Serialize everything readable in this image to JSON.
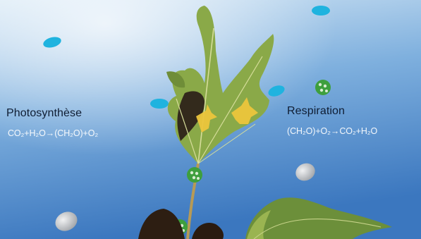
{
  "photosynthesis": {
    "title": "Photosynthèse",
    "equation": "CO₂+H₂O→(CH₂O)+O₂"
  },
  "respiration": {
    "title": "Respiration",
    "equation": "(CH₂O)+O₂→CO₂+H₂O"
  },
  "colors": {
    "sky_top": "#c8dff1",
    "sky_bottom": "#3c7bc2",
    "leaf": "#8aa948",
    "molecule_blue": "#1fb3df",
    "molecule_green": "#3e9f3d",
    "molecule_grey": "#c7c9cc",
    "arrow_yellow": "#ecc53c"
  }
}
